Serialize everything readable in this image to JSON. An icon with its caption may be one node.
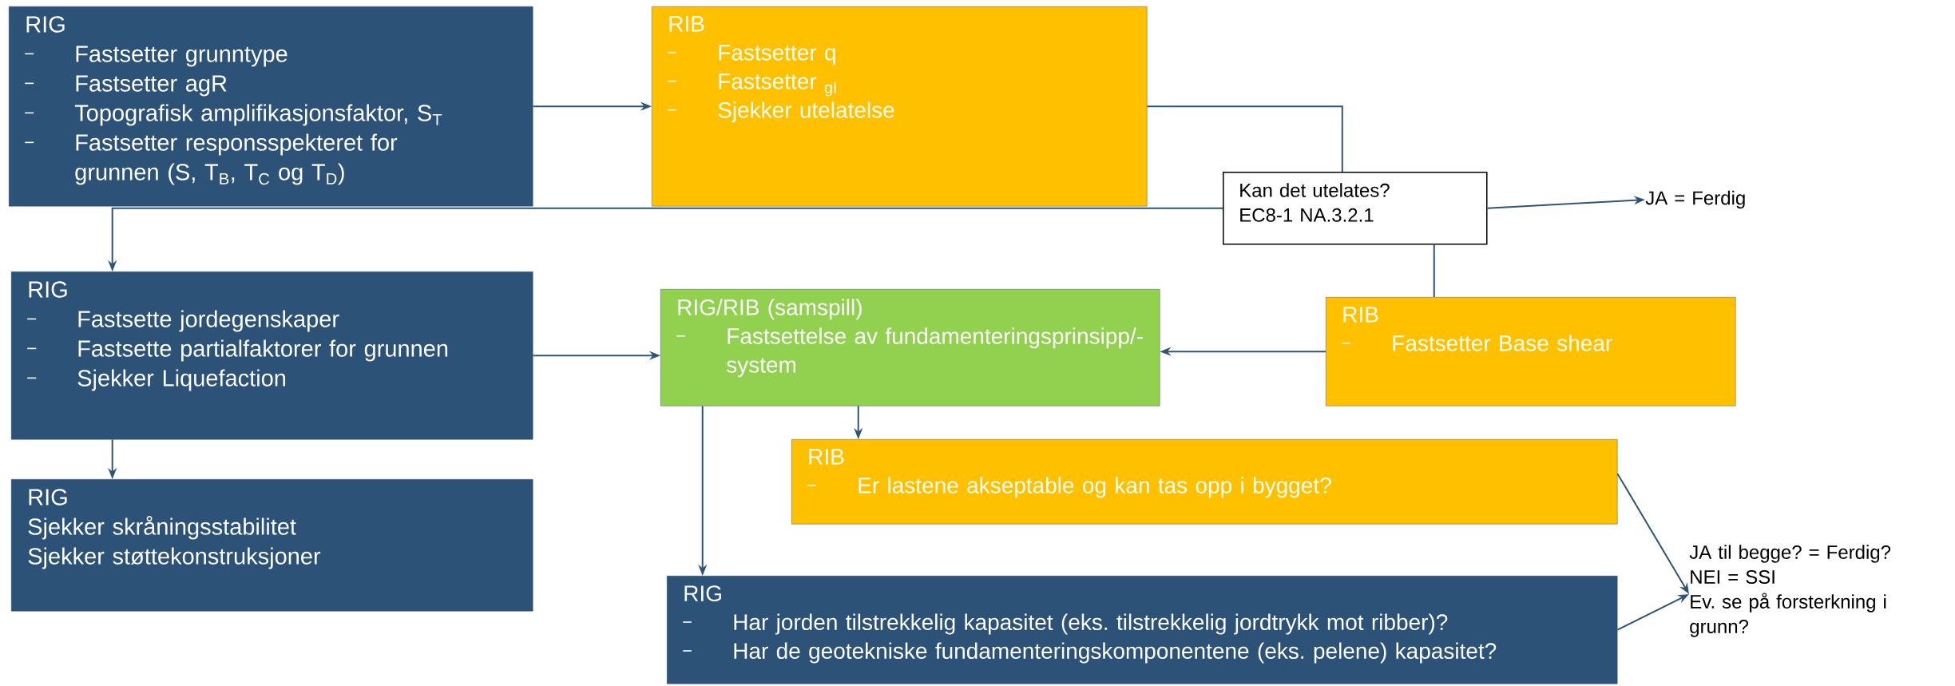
{
  "diagram": {
    "nodes": [
      {
        "text": [
          "RIG",
          "Fastsetter grunntype",
          "Fastsetter agR",
          "Topografisk amplifikasjonsfaktor, S$_{T}$",
          "Fastsetter responsspekteret for grunnen (S, T$_{B}$, T$_{C}$ og T$_{D}$)"
        ]
      },
      {
        "text": [
          "RIB",
          "Fastsetter q",
          "Fastsetter $_{gI}$",
          "Sjekker utelatelse"
        ]
      },
      {
        "text": [
          "Kan det utelates?",
          "EC8-1 NA.3.2.1"
        ]
      },
      {
        "text": [
          "JA = Ferdig"
        ]
      },
      {
        "text": [
          "RIG",
          "Fastsette jordegenskaper",
          "Fastsette partialfaktorer for grunnen",
          "Sjekker Liquefaction"
        ]
      },
      {
        "text": [
          "RIG",
          "Sjekker skråningsstabilitet",
          "Sjekker støttekonstruksjoner"
        ]
      },
      {
        "text": [
          "RIG/RIB (samspill)",
          "Fastsettelse av fundamenteringsprinsipp/-system"
        ]
      },
      {
        "text": [
          "RIB",
          "Fastsetter Base shear"
        ]
      },
      {
        "text": [
          "RIB",
          "Er lastene akseptable og kan tas opp i bygget?"
        ]
      },
      {
        "text": [
          "RIG",
          "Har jorden tilstrekkelig kapasitet (eks. tilstrekkelig jordtrykk mot ribber)?",
          "Har de geotekniske fundamenteringskomponentene (eks. pelene) kapasitet?"
        ]
      },
      {
        "text": [
          "JA til begge? = Ferdig?",
          "NEI = SSI",
          "Ev. se på forsterkning i grunn?"
        ]
      }
    ],
    "edges": [
      {
        "from": 0,
        "to": 1,
        "arrow": "to"
      },
      {
        "from": 1,
        "to": 2,
        "arrow": "none"
      },
      {
        "from": 2,
        "to": 3,
        "arrow": "to"
      },
      {
        "from": 2,
        "to": 4,
        "arrow": "to"
      },
      {
        "from": 2,
        "to": 7,
        "arrow": "none"
      },
      {
        "from": 4,
        "to": 6,
        "arrow": "to"
      },
      {
        "from": 4,
        "to": 5,
        "arrow": "to"
      },
      {
        "from": 7,
        "to": 6,
        "arrow": "to"
      },
      {
        "from": 6,
        "to": 8,
        "arrow": "to"
      },
      {
        "from": 6,
        "to": 9,
        "arrow": "to"
      },
      {
        "from": 8,
        "to": 10,
        "arrow": "to"
      },
      {
        "from": 9,
        "to": 10,
        "arrow": "to"
      }
    ]
  }
}
